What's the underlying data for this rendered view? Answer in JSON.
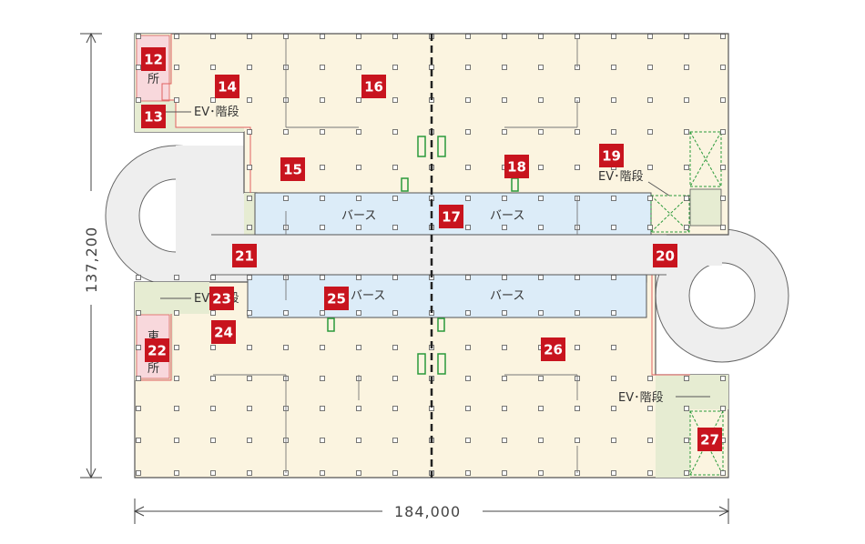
{
  "dimensions": {
    "width_label": "184,000",
    "height_label": "137,200"
  },
  "labels": {
    "bus": "バース",
    "ev_stairs": "EV･階段",
    "toilet_top": "所",
    "toilet_bottom_a": "東",
    "toilet_bottom_b": "所"
  },
  "badges": [
    "12",
    "13",
    "14",
    "15",
    "16",
    "17",
    "18",
    "19",
    "20",
    "21",
    "22",
    "23",
    "24",
    "25",
    "26",
    "27"
  ],
  "colors": {
    "floor": "#fbf4e0",
    "berth": "#dcecf8",
    "ramp": "#eeeeee",
    "core": "#e6ecd2",
    "toilet": "#f8d8dc",
    "badge": "#c8141e",
    "outline": "#555555",
    "redline": "#e06060",
    "green": "#2a9a3a"
  }
}
